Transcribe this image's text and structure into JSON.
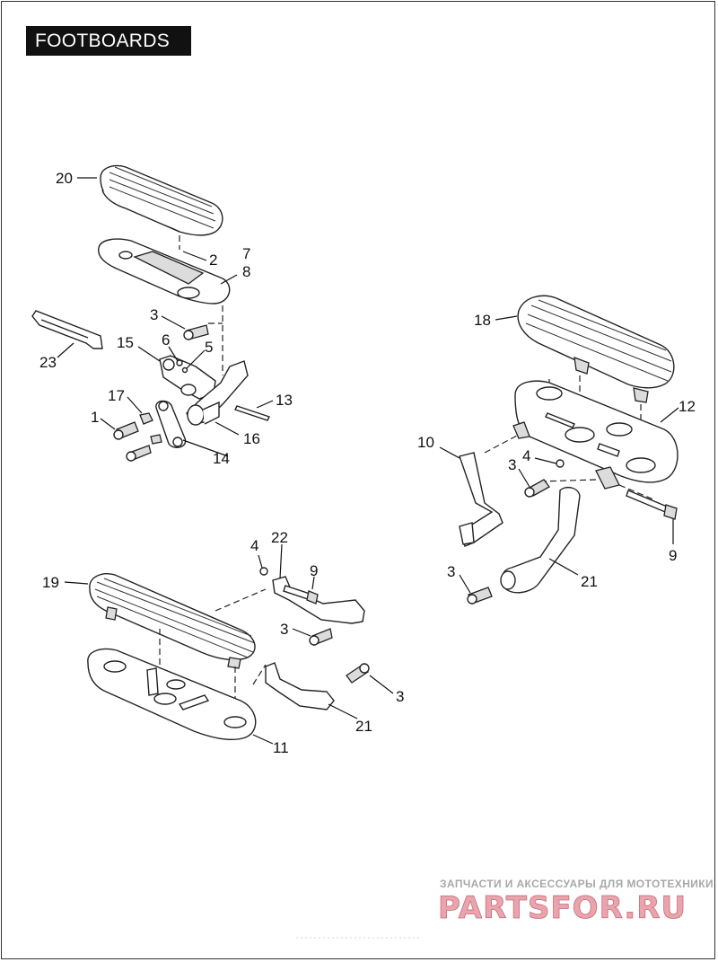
{
  "header": {
    "title": "FOOTBOARDS"
  },
  "callouts": {
    "c20": "20",
    "c2": "2",
    "c7": "7",
    "c8": "8",
    "c3a": "3",
    "c23": "23",
    "c15": "15",
    "c6": "6",
    "c5": "5",
    "c17": "17",
    "c1": "1",
    "c13": "13",
    "c16": "16",
    "c14": "14",
    "c18": "18",
    "c12": "12",
    "c10": "10",
    "c3b": "3",
    "c4a": "4",
    "c9a": "9",
    "c3c": "3",
    "c21a": "21",
    "c19": "19",
    "c4b": "4",
    "c22": "22",
    "c9b": "9",
    "c3d": "3",
    "c3e": "3",
    "c21b": "21",
    "c11": "11"
  },
  "watermark": {
    "tagline": "ЗАПЧАСТИ И АКСЕССУАРЫ ДЛЯ МОТОТЕХНИКИ",
    "logo": "PARTSFOR.RU"
  },
  "colors": {
    "title_bg": "#111111",
    "title_fg": "#ffffff",
    "watermark_pink": "#e9a4ad"
  }
}
